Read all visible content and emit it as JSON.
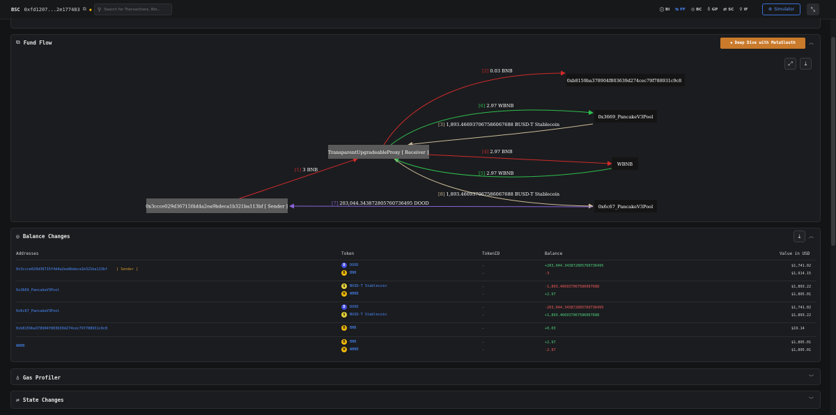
{
  "topbar": {
    "chain": "BSC",
    "tx_hash": "0xfd1207...2e177483",
    "search_placeholder": "Search for Transactions, Blo...",
    "nav": [
      {
        "code": "BI",
        "glyph": "ⓘ"
      },
      {
        "code": "FF",
        "glyph": "⇆"
      },
      {
        "code": "BC",
        "glyph": "◎"
      },
      {
        "code": "GP",
        "glyph": "♁"
      },
      {
        "code": "SC",
        "glyph": "⇄"
      },
      {
        "code": "IF",
        "glyph": "⚲"
      }
    ],
    "simulator_label": "Simulator"
  },
  "fund_flow": {
    "title": "Fund Flow",
    "deep_dive_label": "Deep Dive with MetaSleuth",
    "nodes": {
      "sender": "0x3ccce029d36715f4d4a2ea9bdeca1b321ba113bf [ Sender ]",
      "receiver": "TransparentUpgradeableProxy [ Receiver ]",
      "n_b815": "0xb8159ba378904f803639d274cec79f788931c9c8",
      "pool_3669": "0x3669_PancakeV3Pool",
      "wbnb": "WBNB",
      "pool_6c67": "0x6c67_PancakeV3Pool"
    },
    "edges": [
      {
        "idx": "[1]",
        "label": "3 BNB"
      },
      {
        "idx": "[2]",
        "label": "0.03 BNB"
      },
      {
        "idx": "[3]",
        "label": "1,893.466937067586067688 BUSD-T Stablecoin"
      },
      {
        "idx": "[4]",
        "label": "2.97 BNB"
      },
      {
        "idx": "[5]",
        "label": "2.97 WBNB"
      },
      {
        "idx": "[6]",
        "label": "2.97 WBNB"
      },
      {
        "idx": "[7]",
        "label": "203,044.343872805760736495 DOOD"
      },
      {
        "idx": "[8]",
        "label": "1,893.466937067586067688 BUSD-T Stablecoin"
      }
    ]
  },
  "balance_changes": {
    "title": "Balance Changes",
    "headers": {
      "addresses": "Addresses",
      "token": "Token",
      "tokenid": "TokenID",
      "balance": "Balance",
      "value": "Value in USD"
    },
    "rows": [
      {
        "address": "0x3ccce029d36715f4d4a2ea9bdeca1b321ba113bf",
        "tag": "[ Sender ]",
        "items": [
          {
            "token": "DOOD",
            "icon": "dood",
            "tokenid": "-",
            "balance": "+203,044.343872805760736495",
            "sign": "pos",
            "value": "$1,741.02"
          },
          {
            "token": "BNB",
            "icon": "bnb",
            "tokenid": "-",
            "balance": "-3",
            "sign": "neg",
            "value": "$1,914.15"
          }
        ]
      },
      {
        "address": "0x3669_PancakeV3Pool",
        "tag": "",
        "items": [
          {
            "token": "BUSD-T Stablecoin",
            "icon": "busd",
            "tokenid": "-",
            "balance": "-1,893.466937067586067688",
            "sign": "neg",
            "value": "$1,893.22"
          },
          {
            "token": "WBNB",
            "icon": "wbnb",
            "tokenid": "-",
            "balance": "+2.97",
            "sign": "pos",
            "value": "$1,895.01"
          }
        ]
      },
      {
        "address": "0x6c67_PancakeV3Pool",
        "tag": "",
        "items": [
          {
            "token": "DOOD",
            "icon": "dood",
            "tokenid": "-",
            "balance": "-203,044.343872805760736495",
            "sign": "neg",
            "value": "$1,741.02"
          },
          {
            "token": "BUSD-T Stablecoin",
            "icon": "busd",
            "tokenid": "-",
            "balance": "+1,893.466937067586067688",
            "sign": "pos",
            "value": "$1,893.22"
          }
        ]
      },
      {
        "address": "0xb8159ba378904f803639d274cec79f788931c9c8",
        "tag": "",
        "items": [
          {
            "token": "BNB",
            "icon": "bnb",
            "tokenid": "-",
            "balance": "+0.03",
            "sign": "pos",
            "value": "$19.14"
          }
        ]
      },
      {
        "address": "WBNB",
        "tag": "",
        "items": [
          {
            "token": "BNB",
            "icon": "bnb",
            "tokenid": "-",
            "balance": "+2.97",
            "sign": "pos",
            "value": "$1,895.01"
          },
          {
            "token": "WBNB",
            "icon": "wbnb",
            "tokenid": "-",
            "balance": "-2.97",
            "sign": "neg",
            "value": "$1,895.01"
          }
        ]
      }
    ]
  },
  "gas_profiler": {
    "title": "Gas Profiler"
  },
  "state_changes": {
    "title": "State Changes"
  },
  "colors": {
    "accent": "#4a8cff",
    "positive": "#4cd07d",
    "negative": "#ef5a5a",
    "deep_dive": "#c97a2b",
    "sender_tag": "#d59b2d"
  }
}
